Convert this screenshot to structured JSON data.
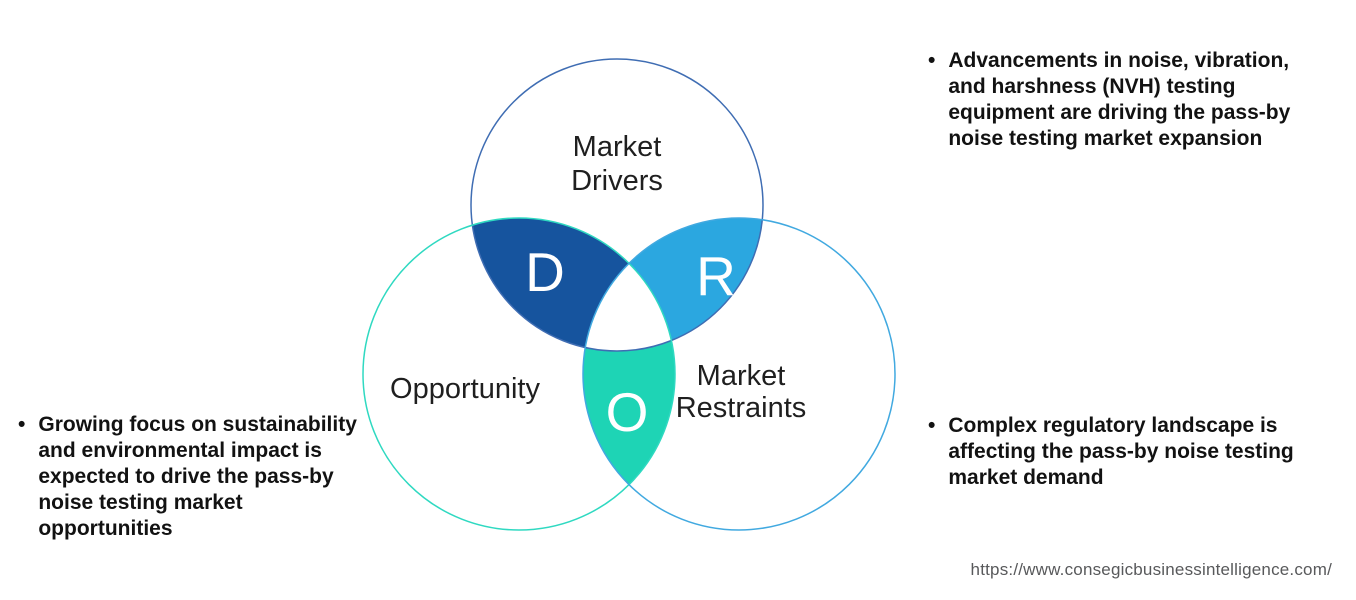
{
  "venn": {
    "letter_color": "#ffffff",
    "label_color": "#1f1f1f",
    "circles": {
      "drivers": {
        "label_line1": "Market",
        "label_line2": "Drivers",
        "outline_color": "#3f6db3"
      },
      "opportunity": {
        "label": "Opportunity",
        "outline_color": "#2fd9c1"
      },
      "restraints": {
        "label_line1": "Market",
        "label_line2": "Restraints",
        "outline_color": "#41a9e0"
      }
    },
    "regions": {
      "drivers_opportunity": {
        "letter": "D",
        "fill": "#16549e"
      },
      "drivers_restraints": {
        "letter": "R",
        "fill": "#2ba7e0"
      },
      "opportunity_restraints": {
        "letter": "O",
        "fill": "#1ed4b5"
      },
      "center_fill": "#ffffff"
    }
  },
  "bullets": {
    "marker": "•",
    "text_color": "#121212",
    "top_right": {
      "lines": [
        "Advancements in noise, vibration,",
        "and harshness (NVH) testing",
        "equipment are driving the pass-by",
        "noise testing market expansion"
      ]
    },
    "bottom_left": {
      "lines": [
        "Growing focus on sustainability",
        "and environmental impact is",
        "expected to drive the pass-by",
        "noise testing market",
        "opportunities"
      ]
    },
    "bottom_right": {
      "lines": [
        "Complex regulatory landscape is",
        "affecting the pass-by noise testing",
        "market demand"
      ]
    }
  },
  "footer": {
    "url": "https://www.consegicbusinessintelligence.com/"
  }
}
